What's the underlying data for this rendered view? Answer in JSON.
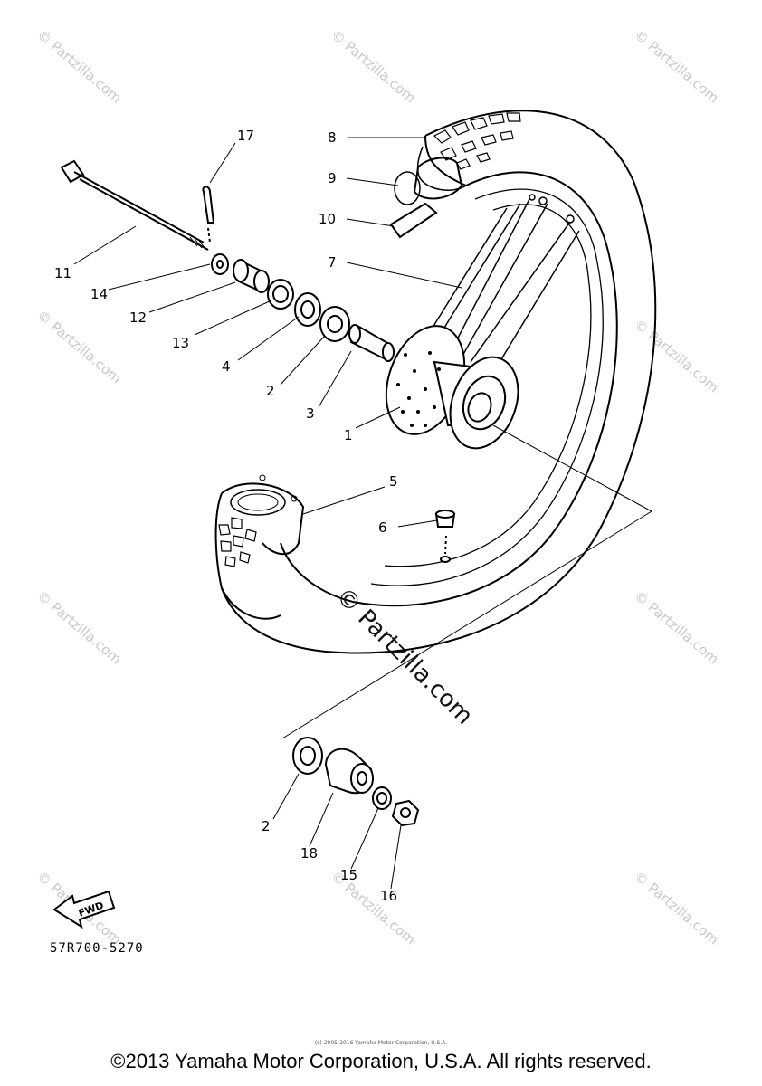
{
  "callouts": [
    "17",
    "8",
    "9",
    "10",
    "7",
    "11",
    "14",
    "12",
    "13",
    "4",
    "2",
    "3",
    "1",
    "5",
    "6",
    "2",
    "18",
    "15",
    "16"
  ],
  "fwd_label": "FWD",
  "part_number": "57R700-5270",
  "copyright": "©2013 Yamaha Motor Corporation, U.S.A. All rights reserved.",
  "small_print": "(c) 2005-2016 Yamaha Motor Corporation, U.S.A.",
  "watermark": "© Partzilla.com",
  "watermark_center": "© Partzilla.com"
}
